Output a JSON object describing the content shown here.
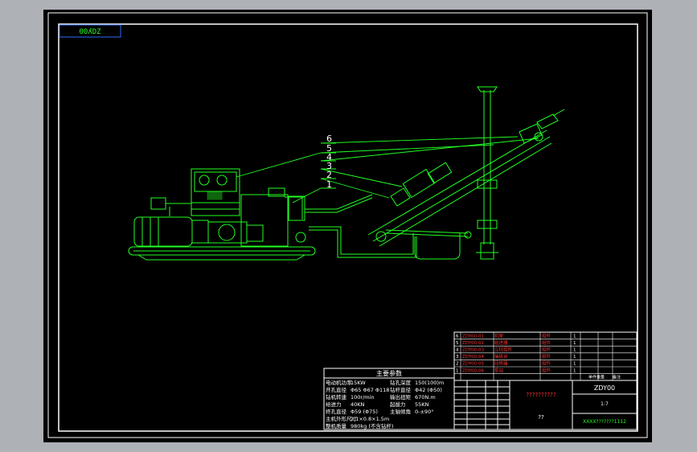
{
  "drawing": {
    "code_box": "ZDY00",
    "code_box_display": "00ʎDZ",
    "callouts": [
      "6",
      "5",
      "4",
      "3",
      "2",
      "1"
    ]
  },
  "params": {
    "title": "主要参数",
    "rows": [
      [
        "电动机功率",
        "15KW",
        "钻孔深度",
        "150(100)m"
      ],
      [
        "开孔直径",
        "Φ65 Φ67 Φ118",
        "钻杆直径",
        "Φ42 (Φ50)"
      ],
      [
        "钻机转速",
        "100r/min",
        "输出扭矩",
        "670N.m"
      ],
      [
        "给进力",
        "40KN",
        "起拔力",
        "55KN"
      ],
      [
        "终孔直径",
        "Φ59 (Φ75)",
        "主轴倾角",
        "0-±90°"
      ],
      [
        "主机外形尺寸",
        "2.1×0.8×1.5m",
        "",
        ""
      ],
      [
        "整机质量",
        "980kg (不含钻杆)",
        "",
        ""
      ]
    ]
  },
  "parts": {
    "rows": [
      [
        "6",
        "ZDY00-01",
        "机架",
        "组件",
        "1"
      ],
      [
        "5",
        "ZDY00-02",
        "给进器",
        "组件",
        "1"
      ],
      [
        "4",
        "ZDY00-03",
        "立柱组件",
        "组件",
        "1"
      ],
      [
        "3",
        "ZDY00-04",
        "操纵台",
        "组件",
        "1"
      ],
      [
        "2",
        "ZDY00-05",
        "回转器",
        "组件",
        "1"
      ],
      [
        "1",
        "ZDY00-06",
        "泵站",
        "组件",
        "1"
      ]
    ],
    "header_cells": [
      "单件重量",
      "备注"
    ]
  },
  "title_block": {
    "drawing_no": "ZDY00",
    "name": "??????????",
    "scale": "1:7",
    "org": "??",
    "footer": "XXXX???????1112"
  }
}
